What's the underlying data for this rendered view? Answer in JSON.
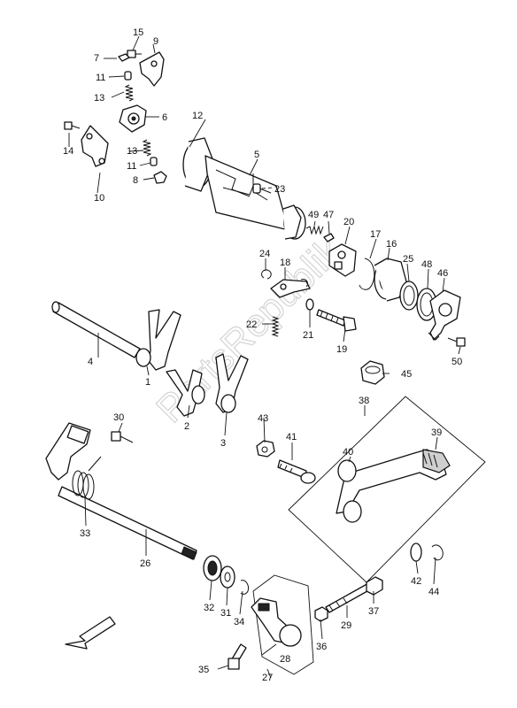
{
  "watermark": "PartsRepublik",
  "labels": {
    "p1": "1",
    "p2": "2",
    "p3": "3",
    "p4": "4",
    "p5": "5",
    "p6": "6",
    "p7": "7",
    "p8": "8",
    "p9": "9",
    "p10": "10",
    "p11a": "11",
    "p11b": "11",
    "p12": "12",
    "p13a": "13",
    "p13b": "13",
    "p14": "14",
    "p15": "15",
    "p16": "16",
    "p17": "17",
    "p18": "18",
    "p19": "19",
    "p20": "20",
    "p21": "21",
    "p22": "22",
    "p23": "23",
    "p24": "24",
    "p25": "25",
    "p26": "26",
    "p27": "27",
    "p28": "28",
    "p29": "29",
    "p30": "30",
    "p31": "31",
    "p32": "32",
    "p33": "33",
    "p34": "34",
    "p35": "35",
    "p36": "36",
    "p37": "37",
    "p38": "38",
    "p39": "39",
    "p40": "40",
    "p41": "41",
    "p42": "42",
    "p43": "43",
    "p44": "44",
    "p45": "45",
    "p46": "46",
    "p47": "47",
    "p48": "48",
    "p49": "49",
    "p50": "50"
  }
}
